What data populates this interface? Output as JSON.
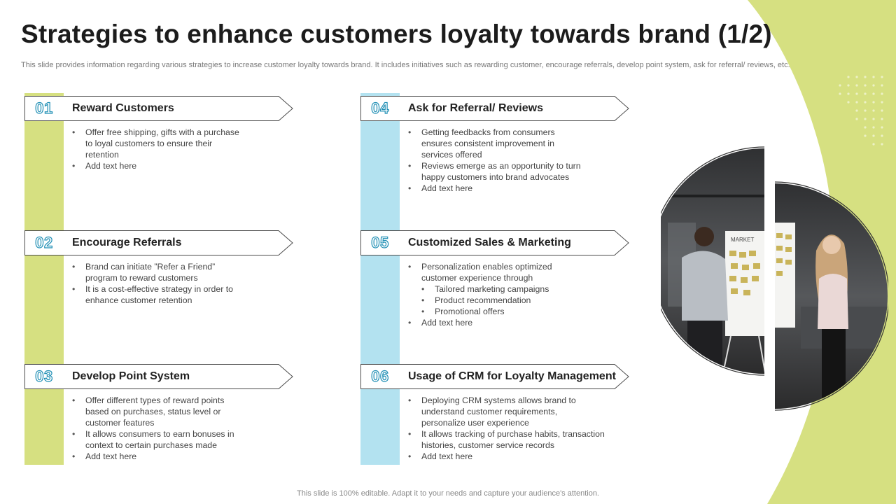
{
  "title": "Strategies to enhance customers loyalty towards brand (1/2)",
  "subtitle": "This slide provides information regarding various strategies to increase customer loyalty towards brand. It includes initiatives such as rewarding customer, encourage referrals, develop point system, ask for referral/ reviews, etc.",
  "footer": "This slide is 100% editable. Adapt it to your needs and capture your audience's attention.",
  "colors": {
    "green_accent": "#d6e081",
    "blue_accent": "#b3e2f0",
    "number_outline": "#1e8eb4"
  },
  "cards": [
    {
      "number": "01",
      "title": "Reward Customers",
      "bullets": [
        "Offer free shipping, gifts with a purchase to loyal customers to ensure their retention",
        "Add text here"
      ]
    },
    {
      "number": "02",
      "title": "Encourage Referrals",
      "bullets": [
        "Brand can initiate ”Refer  a Friend” program to reward customers",
        "It is a cost-effective  strategy in order to enhance customer retention"
      ]
    },
    {
      "number": "03",
      "title": "Develop Point System",
      "bullets": [
        "Offer different  types of reward points based on purchases, status level  or customer features",
        "It allows consumers to earn bonuses in context to certain purchases made",
        "Add text here"
      ]
    },
    {
      "number": "04",
      "title": "Ask for Referral/ Reviews",
      "bullets": [
        "Getting feedbacks from consumers ensures consistent improvement  in services offered",
        "Reviews  emerge  as an opportunity to turn happy customers into brand advocates",
        "Add text here"
      ]
    },
    {
      "number": "05",
      "title": "Customized Sales & Marketing",
      "bullets": [
        "Personalization enables optimized customer experience through",
        "Tailored  marketing campaigns",
        "Product recommendation",
        "Promotional offers",
        "Add text here"
      ]
    },
    {
      "number": "06",
      "title": "Usage of CRM for Loyalty Management",
      "bullets": [
        "Deploying CRM systems allows brand to understand customer requirements, personalize user experience",
        "It allows tracking of purchase  habits, transaction histories, customer service records",
        "Add text here"
      ]
    }
  ],
  "photo": {
    "label": "MARKET"
  }
}
